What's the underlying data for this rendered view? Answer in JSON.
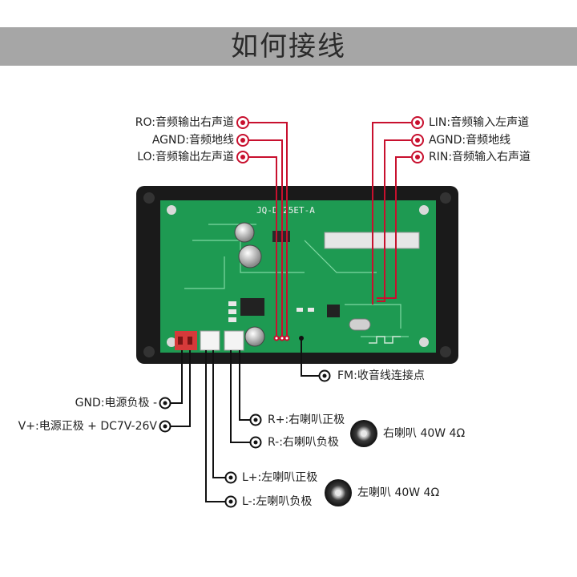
{
  "title": "如何接线",
  "module_silkscreen": "JQ-D 25ET-A",
  "labels": {
    "ro": "RO:音频输出右声道",
    "agnd_left": "AGND:音频地线",
    "lo": "LO:音频输出左声道",
    "lin": "LIN:音频输入左声道",
    "agnd_right": "AGND:音频地线",
    "rin": "RIN:音频输入右声道",
    "fm": "FM:收音线连接点",
    "gnd": "GND:电源负极 -",
    "vplus": "V+:电源正极 +  DC7V-26V",
    "r_plus": "R+:右喇叭正极",
    "r_minus": "R-:右喇叭负极",
    "l_plus": "L+:左喇叭正极",
    "l_minus": "L-:左喇叭负极",
    "right_speaker": "右喇叭 40W 4Ω",
    "left_speaker": "左喇叭 40W 4Ω"
  },
  "colors": {
    "title_bar": "#a6a6a6",
    "wire_red": "#c8102e",
    "wire_black": "#111111",
    "pcb_green": "#1e9a52",
    "case_black": "#1a1a1a"
  }
}
